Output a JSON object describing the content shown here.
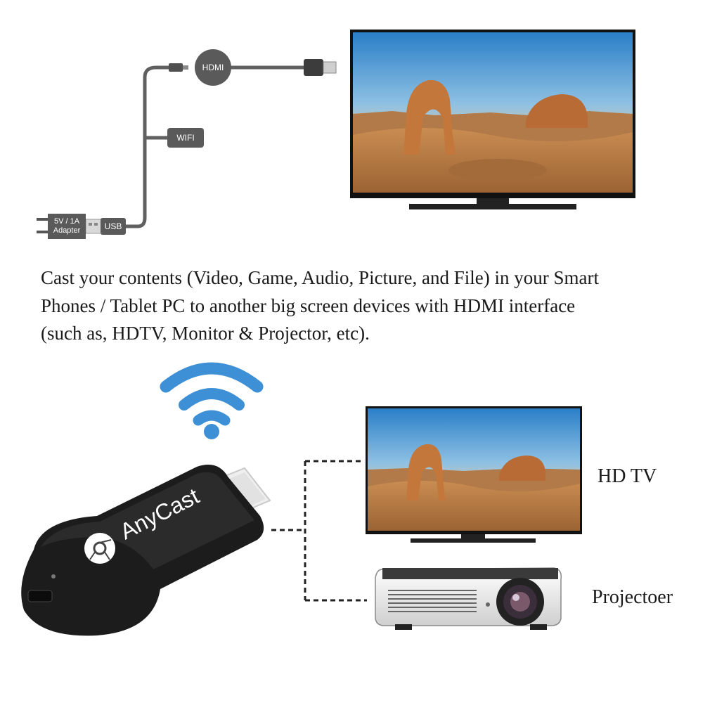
{
  "diagram_top": {
    "hdmi_label": "HDMI",
    "wifi_label": "WIFI",
    "usb_label": "USB",
    "adapter_line1": "5V / 1A",
    "adapter_line2": "Adapter"
  },
  "description": {
    "line1": "Cast your contents (Video, Game, Audio, Picture, and File) in your Smart",
    "line2": "Phones / Tablet PC to another big screen devices with HDMI interface",
    "line3": "(such as, HDTV, Monitor & Projector, etc)."
  },
  "dongle": {
    "brand": "AnyCast"
  },
  "outputs": {
    "tv_label": "HD TV",
    "projector_label": "Projectoer"
  },
  "colors": {
    "cable": "#606060",
    "wifi_blue": "#3d8fd6",
    "dongle_body": "#1c1c1c",
    "tv_frame": "#111111"
  }
}
